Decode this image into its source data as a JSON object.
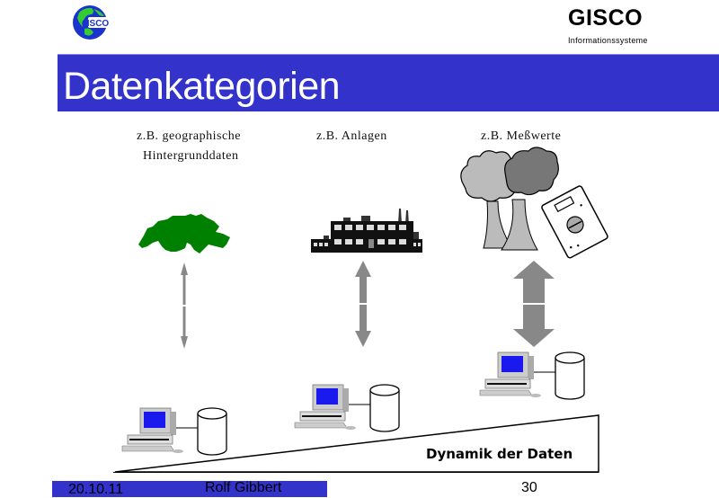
{
  "header": {
    "brand": "GISCO",
    "brand_subtitle": "Informationssysteme",
    "logo_text": "ISCO"
  },
  "slide": {
    "title": "Datenkategorien",
    "categories": [
      {
        "label_line1": "z.B. geographische",
        "label_line2": "Hintergrunddaten",
        "icon": "switzerland-map-icon"
      },
      {
        "label_line1": "z.B. Anlagen",
        "icon": "factory-icon"
      },
      {
        "label_line1": "z.B. Meßwerte",
        "icon": "trees-and-meter-icon"
      }
    ],
    "axis_label": "Dynamik der Daten"
  },
  "footer": {
    "date": "20.10.11",
    "author": "Rolf Gibbert",
    "page": "30"
  },
  "colors": {
    "accent_blue": "#3333cc",
    "map_green": "#008000",
    "arrow_gray": "#888888"
  }
}
